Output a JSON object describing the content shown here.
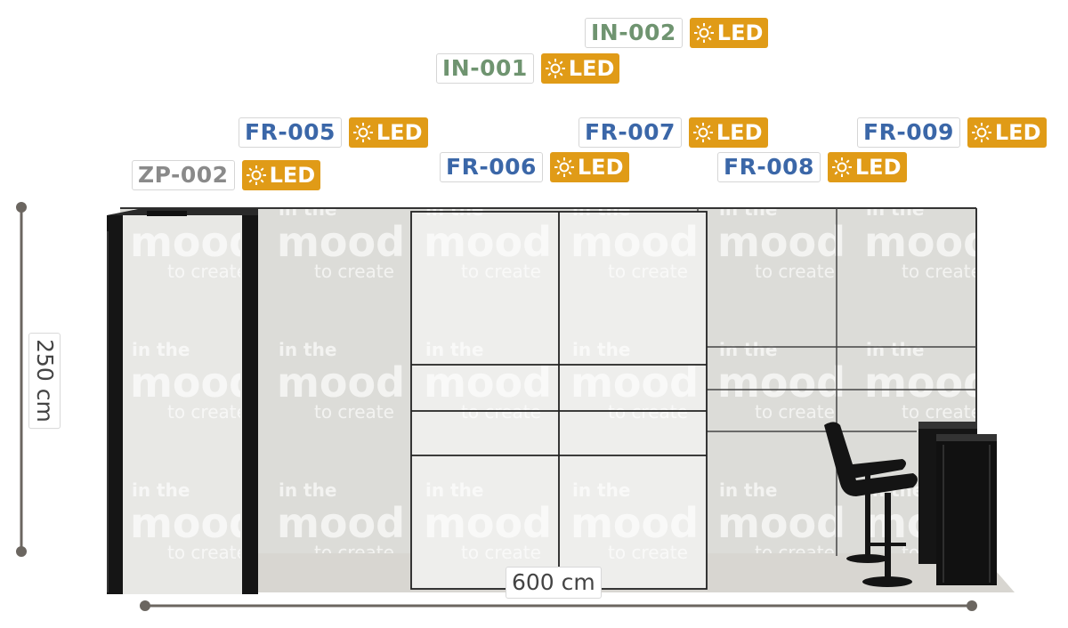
{
  "tags": [
    {
      "id": "in002",
      "code": "IN-002",
      "kind": "in",
      "led": "LED"
    },
    {
      "id": "in001",
      "code": "IN-001",
      "kind": "in",
      "led": "LED"
    },
    {
      "id": "fr005",
      "code": "FR-005",
      "kind": "fr",
      "led": "LED"
    },
    {
      "id": "fr007",
      "code": "FR-007",
      "kind": "fr",
      "led": "LED"
    },
    {
      "id": "fr009",
      "code": "FR-009",
      "kind": "fr",
      "led": "LED"
    },
    {
      "id": "fr006",
      "code": "FR-006",
      "kind": "fr",
      "led": "LED"
    },
    {
      "id": "fr008",
      "code": "FR-008",
      "kind": "fr",
      "led": "LED"
    },
    {
      "id": "zp002",
      "code": "ZP-002",
      "kind": "zp",
      "led": "LED"
    }
  ],
  "dimensions": {
    "height_label": "250 cm",
    "width_label": "600 cm"
  },
  "graphics": {
    "brand_line1": "in the",
    "brand_line2": "mood",
    "brand_line3": "to create"
  },
  "colors": {
    "fr_code": "#3b67a8",
    "in_code": "#6f9470",
    "zp_code": "#8a8a8a",
    "led_badge": "#e09b17",
    "frame": "#1a1a1a",
    "panel": "#e9e9e6",
    "dimension_line": "#6b6660"
  }
}
